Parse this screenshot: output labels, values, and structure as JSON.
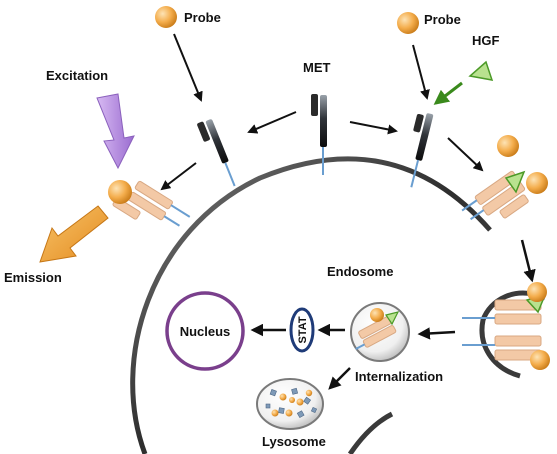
{
  "labels": {
    "probe_left": "Probe",
    "probe_right": "Probe",
    "hgf": "HGF",
    "met": "MET",
    "excitation": "Excitation",
    "emission": "Emission",
    "endosome": "Endosome",
    "nucleus": "Nucleus",
    "stat": "STAT",
    "internalization": "Internalization",
    "lysosome": "Lysosome"
  },
  "colors": {
    "probe": "#f0a640",
    "receptor_body": "#f3c9a6",
    "receptor_stem": "#6a9ed0",
    "receptor_dark": "#1f1f1f",
    "hgf": "#9ed06c",
    "hgf_arrow": "#3a8a1c",
    "excitation": "#b98fe0",
    "emission": "#f0a035",
    "membrane": "#4a4a4a",
    "nucleus": "#7a3f8c",
    "stat_ring": "#1f3b78",
    "lysosome_square": "#7e9ab8"
  }
}
